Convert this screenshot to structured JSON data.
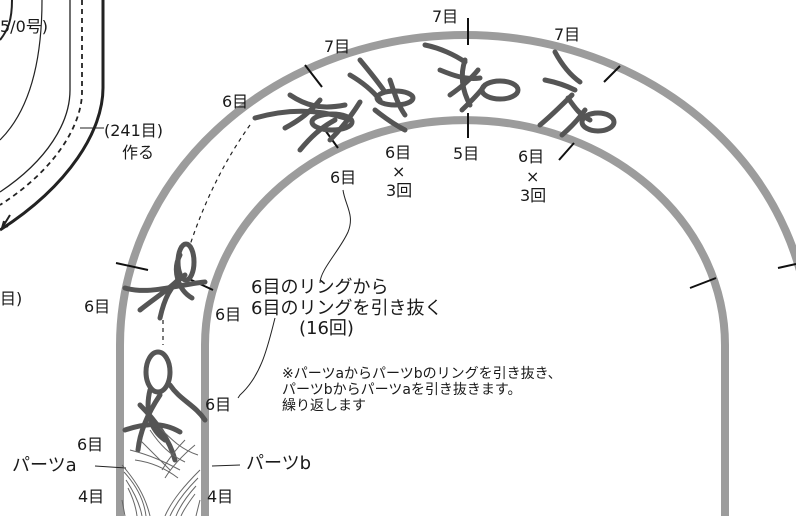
{
  "labels": {
    "top_left_partial": "5/0号)",
    "count_241": "(241目)",
    "make": "作る",
    "left_partial": "目)",
    "st7_a": "7目",
    "st7_b": "7目",
    "st7_c": "7目",
    "st6_a": "6目",
    "st6_b": "6目",
    "st6_c": "6目",
    "st6_d": "6目",
    "st6_e": "6目",
    "st6_f": "6目",
    "st6_g": "6目",
    "st6_h": "6目",
    "st5": "5目",
    "times": "×",
    "times_b": "×",
    "rep3": "3回",
    "rep3_b": "3回",
    "st4_a": "4目",
    "st4_b": "4目",
    "part_a": "パーツa",
    "part_b": "パーツb"
  },
  "instruction": {
    "line1": "6目のリングから",
    "line2": "6目のリングを引き抜く",
    "line3": "(16回)"
  },
  "note": {
    "line1": "※パーツaからパーツbのリングを引き抜き、",
    "line2": "パーツbからパーツaを引き抜きます。",
    "line3": "繰り返します"
  }
}
